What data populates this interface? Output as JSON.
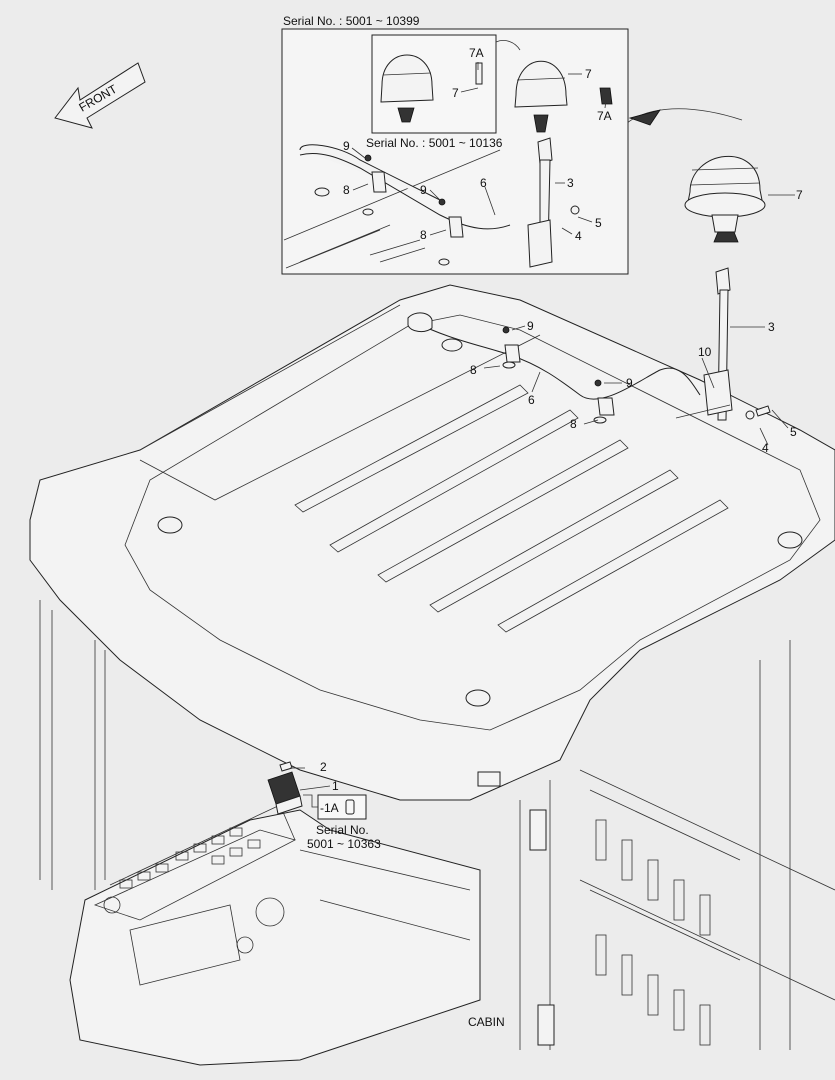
{
  "diagram": {
    "serial_top": "Serial No. : 5001 ~ 10399",
    "serial_inner": "Serial No. : 5001 ~ 10136",
    "front": "FRONT",
    "cabin": "CABIN",
    "switch_serial_line1": "Serial No.",
    "switch_serial_line2": "5001 ~ 10363",
    "part_labels": {
      "p1": "1",
      "p1a": "-1A",
      "p2": "2",
      "p3": "3",
      "p4": "4",
      "p5": "5",
      "p6": "6",
      "p7": "7",
      "p7a": "7A",
      "p8": "8",
      "p9": "9",
      "p10": "10"
    }
  }
}
